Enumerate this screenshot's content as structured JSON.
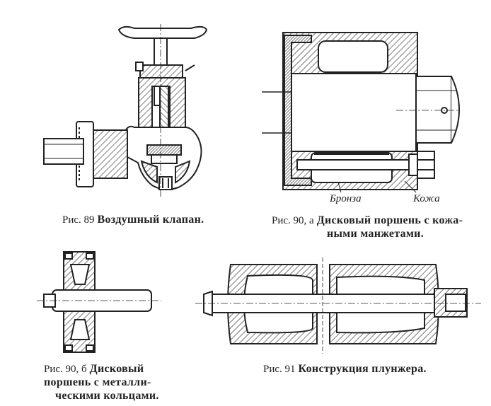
{
  "colors": {
    "ink": "#222222",
    "hatch": "#555555",
    "paper": "#ffffff"
  },
  "figures": [
    {
      "id": "fig89",
      "num": "Рис. 89",
      "title": "Воздушный клапан."
    },
    {
      "id": "fig90a",
      "num": "Рис. 90, а",
      "title_line1": "Дисковый поршень с кожа-",
      "title_line2": "ными манжетами.",
      "labels": {
        "bronze": "Бронза",
        "leather": "Кожа"
      }
    },
    {
      "id": "fig90b",
      "num": "Рис. 90, б",
      "title_line1": "Дисковый",
      "title_line2": "поршень с металли-",
      "title_line3": "ческими кольцами."
    },
    {
      "id": "fig91",
      "num": "Рис. 91",
      "title": "Конструкция плунжера."
    }
  ]
}
